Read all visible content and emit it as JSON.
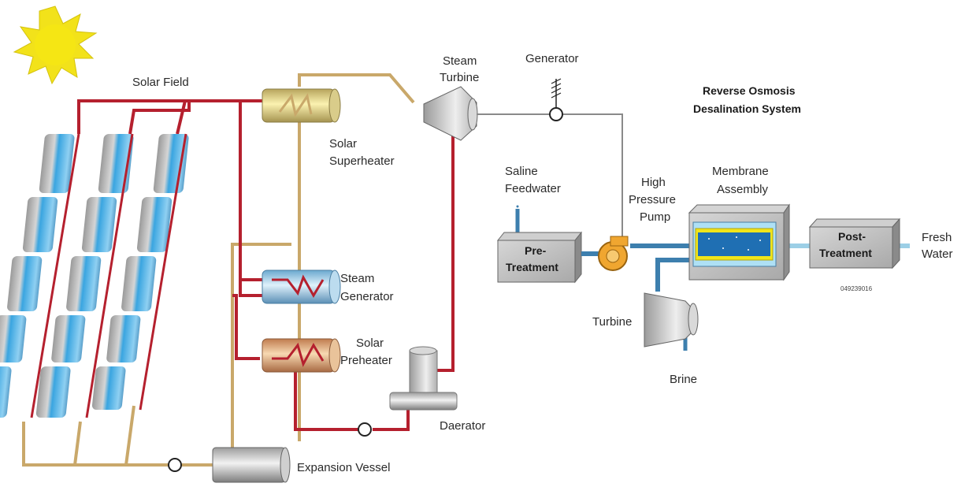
{
  "labels": {
    "solar_field": "Solar Field",
    "steam_turbine_1": "Steam",
    "steam_turbine_2": "Turbine",
    "generator": "Generator",
    "ro_title_1": "Reverse Osmosis",
    "ro_title_2": "Desalination System",
    "solar_superheater_1": "Solar",
    "solar_superheater_2": "Superheater",
    "saline_feedwater_1": "Saline",
    "saline_feedwater_2": "Feedwater",
    "high_pressure_pump_1": "High",
    "high_pressure_pump_2": "Pressure",
    "high_pressure_pump_3": "Pump",
    "membrane_assembly_1": "Membrane",
    "membrane_assembly_2": "Assembly",
    "pre_treatment_1": "Pre-",
    "pre_treatment_2": "Treatment",
    "post_treatment_1": "Post-",
    "post_treatment_2": "Treatment",
    "fresh_water_1": "Fresh",
    "fresh_water_2": "Water",
    "figure_code": "049239016",
    "steam_generator_1": "Steam",
    "steam_generator_2": "Generator",
    "turbine": "Turbine",
    "solar_preheater_1": "Solar",
    "solar_preheater_2": "Preheater",
    "brine": "Brine",
    "daerator": "Daerator",
    "expansion_vessel": "Expansion Vessel"
  },
  "colors": {
    "hot_line": "#b5202e",
    "oil_line": "#c9a86a",
    "steam_line": "#8a8a8a",
    "water_line": "#3d7fae",
    "sun": "#f2e21a",
    "panel_blue": "#4fb3e8",
    "panel_gray": "#9a9a9a",
    "pump": "#f0a630"
  }
}
